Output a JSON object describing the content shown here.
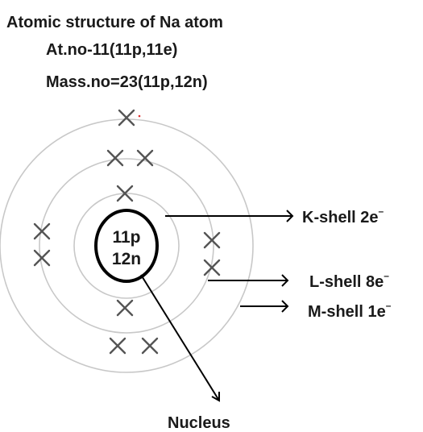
{
  "title": "Atomic structure of Na atom",
  "atomic_number_line": "At.no-11(11p,11e)",
  "mass_number_line": "Mass.no=23(11p,12n)",
  "nucleus": {
    "protons_label": "11p",
    "neutrons_label": "12n",
    "caption": "Nucleus"
  },
  "shells": [
    {
      "name": "K-shell",
      "electron_label": "2e",
      "sup": "–",
      "electrons": 2
    },
    {
      "name": "L-shell",
      "electron_label": "8e",
      "sup": "–",
      "electrons": 8
    },
    {
      "name": "M-shell",
      "electron_label": "1e",
      "sup": "–",
      "electrons": 1
    }
  ],
  "colors": {
    "rings": "#c8c8c8",
    "electrons": "#555555",
    "nucleus_outline": "#000000",
    "text": "#1a1a1a"
  }
}
